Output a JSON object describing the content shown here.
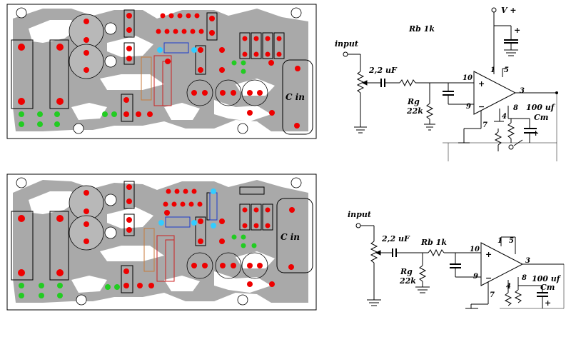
{
  "pcb_top": {
    "cin_label": "C  in"
  },
  "pcb_bottom": {
    "cin_label": "C  in"
  },
  "schem_top": {
    "input": "input",
    "cap": "2,2 uF",
    "rb": "Rb 1k",
    "rg": "Rg",
    "rg_val": "22k",
    "vplus": "V +",
    "cout": "100 uf",
    "cm": "Cm",
    "pin1": "1",
    "pin5": "5",
    "pin10": "10",
    "pin9": "9",
    "pin3": "3",
    "pin8": "8",
    "pin4": "4",
    "pin7": "7",
    "plus": "+",
    "minus": "−",
    "cap_plus": "+"
  },
  "schem_bottom": {
    "input": "input",
    "cap": "2,2 uF",
    "rb": "Rb 1k",
    "rg": "Rg",
    "rg_val": "22k",
    "cout": "100 uf",
    "cm": "Cm",
    "pin1": "1",
    "pin5": "5",
    "pin10": "10",
    "pin9": "9",
    "pin3": "3",
    "pin8": "8",
    "pin4": "4",
    "pin7": "7",
    "plus": "+",
    "minus": "−",
    "cap_plus": "+"
  }
}
